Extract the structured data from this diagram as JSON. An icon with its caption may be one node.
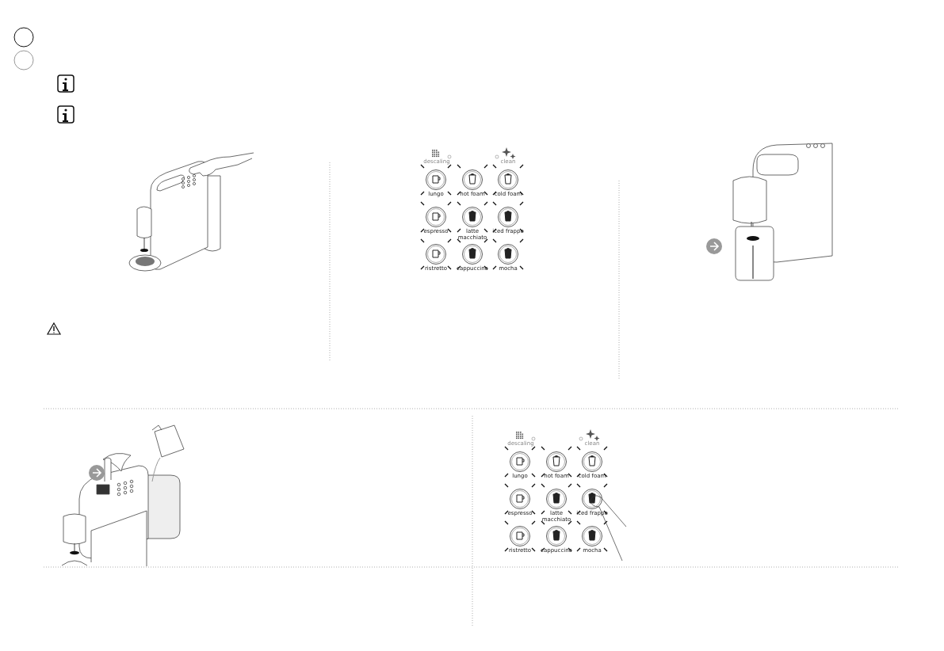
{
  "diagram": {
    "labels": [
      "descaling",
      "clean",
      "lungo",
      "hot foam",
      "cold foam",
      "espresso",
      "latte macchiato",
      "iced frappe",
      "ristretto",
      "cappuccino",
      "mocha",
      "descaling",
      "clean",
      "lungo",
      "hot foam",
      "cold foam",
      "espresso",
      "latte macchiato",
      "iced frappe",
      "ristretto",
      "cappuccino",
      "mocha"
    ]
  }
}
